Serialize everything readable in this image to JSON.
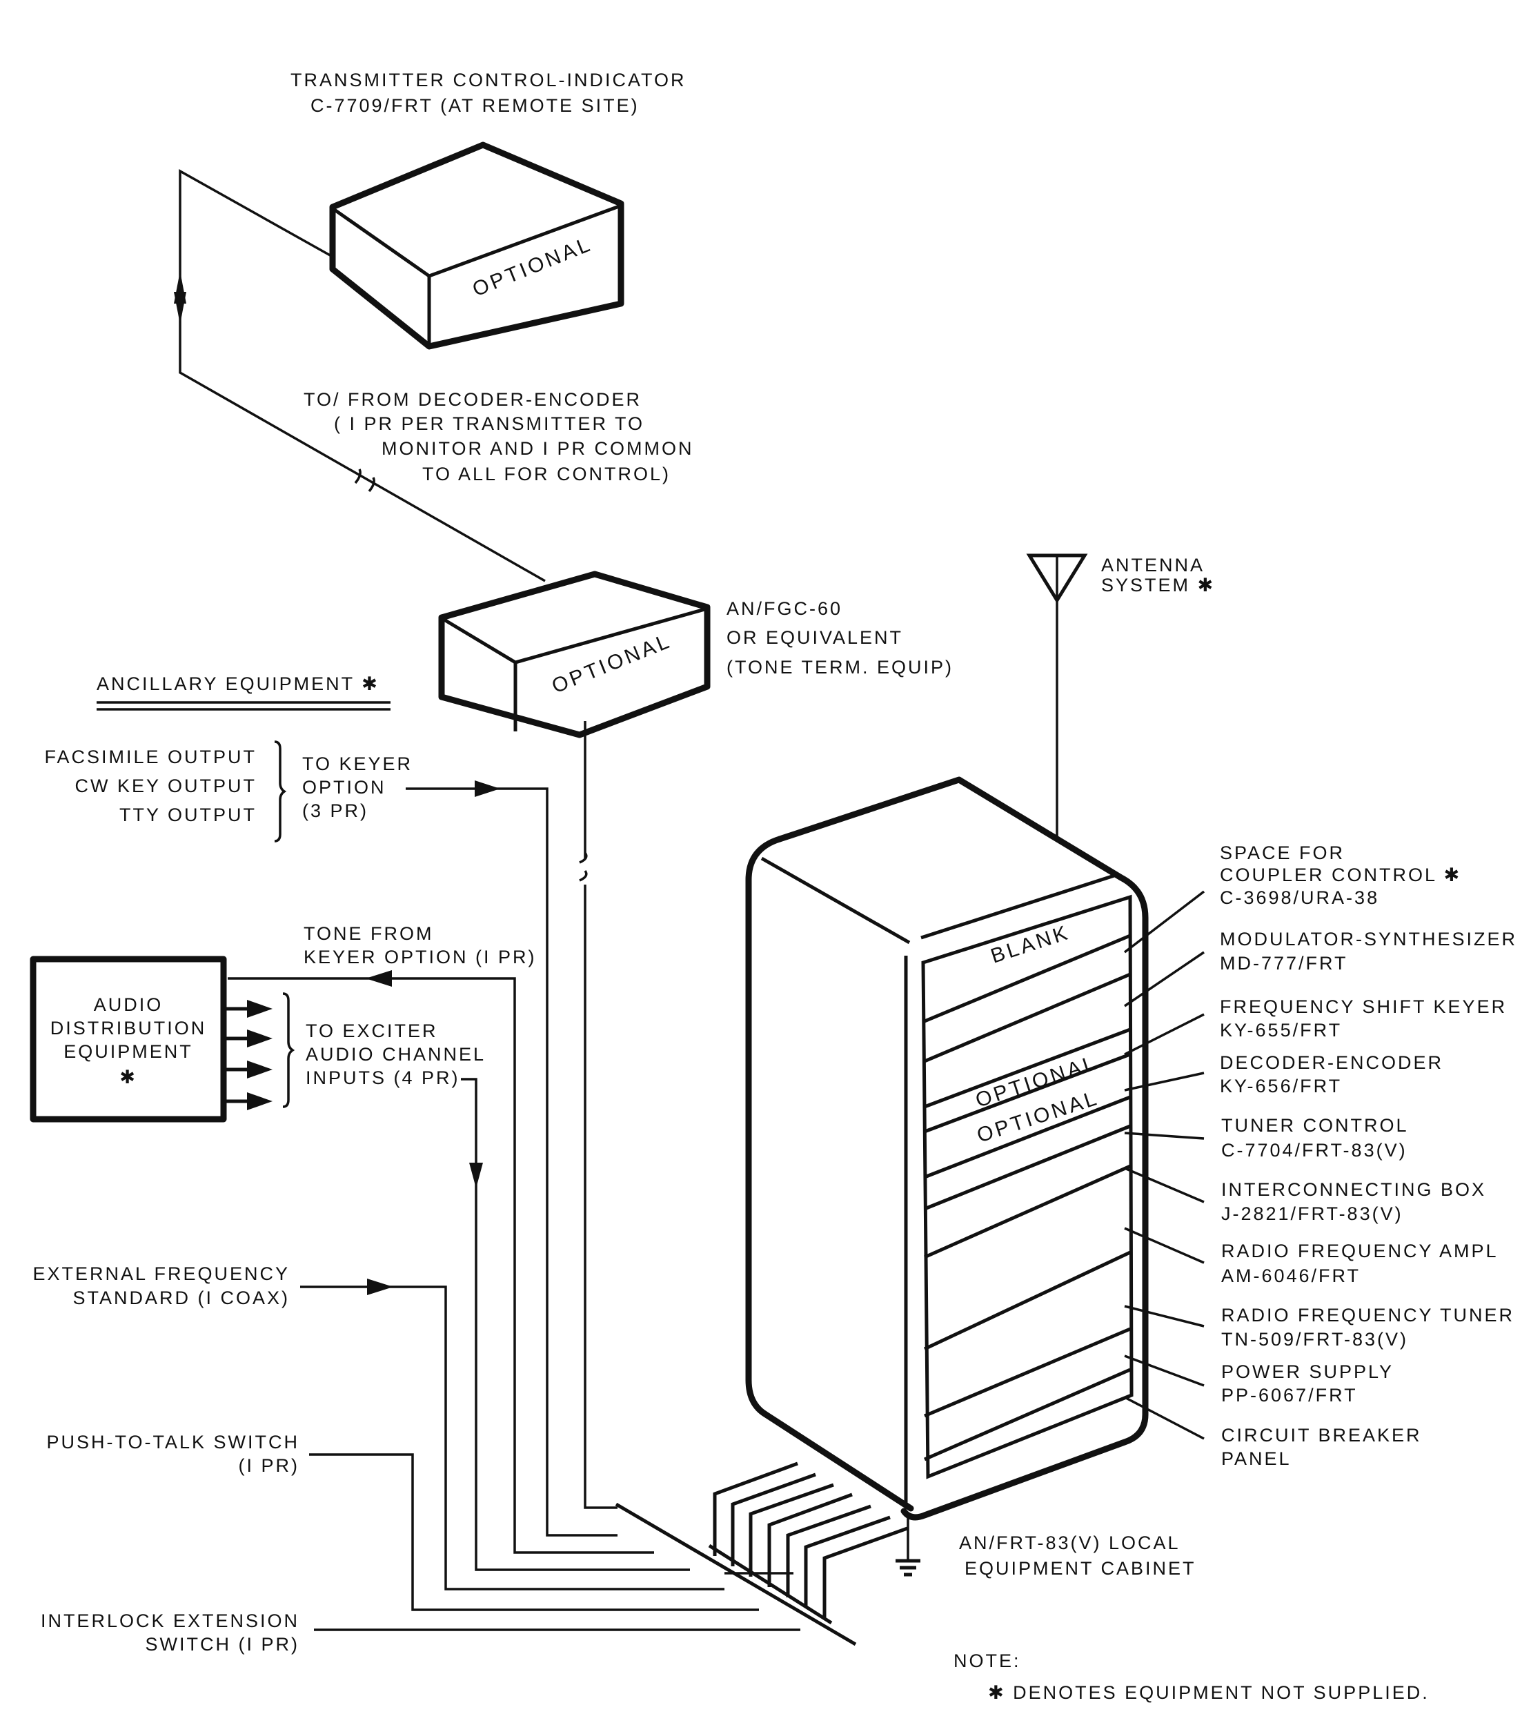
{
  "diagram": {
    "remote_unit": {
      "title_line1": "TRANSMITTER CONTROL-INDICATOR",
      "title_line2": "C-7709/FRT (AT REMOTE SITE)",
      "box_label": "OPTIONAL"
    },
    "remote_link": {
      "line1": "TO/ FROM DECODER-ENCODER",
      "line2": "( I PR PER TRANSMITTER TO",
      "line3": "MONITOR AND I PR COMMON",
      "line4": "TO ALL FOR CONTROL)"
    },
    "tone_terminal": {
      "line1": "AN/FGC-60",
      "line2": "OR EQUIVALENT",
      "line3": "(TONE TERM. EQUIP)",
      "box_label": "OPTIONAL"
    },
    "antenna": {
      "line1": "ANTENNA",
      "line2": "SYSTEM ✱"
    },
    "ancillary": {
      "heading": "ANCILLARY EQUIPMENT ✱",
      "keyer_inputs": [
        "FACSIMILE OUTPUT",
        "CW KEY OUTPUT",
        "TTY OUTPUT"
      ],
      "keyer_dest": [
        "TO KEYER",
        "OPTION",
        "(3 PR)"
      ],
      "tone_from": [
        "TONE FROM",
        "KEYER OPTION (I PR)"
      ],
      "audio_box": [
        "AUDIO",
        "DISTRIBUTION",
        "EQUIPMENT",
        "✱"
      ],
      "exciter_dest": [
        "TO EXCITER",
        "AUDIO CHANNEL",
        "INPUTS (4 PR)"
      ],
      "ext_freq": [
        "EXTERNAL FREQUENCY",
        "STANDARD (I COAX)"
      ],
      "ptt": [
        "PUSH-TO-TALK SWITCH",
        "(I PR)"
      ],
      "interlock": [
        "INTERLOCK EXTENSION",
        "SWITCH (I PR)"
      ]
    },
    "cabinet": {
      "title_line1": "AN/FRT-83(V) LOCAL",
      "title_line2": "EQUIPMENT CABINET",
      "panel_labels": [
        "BLANK",
        "OPTIONAL",
        "OPTIONAL"
      ],
      "callouts": [
        {
          "line1": "SPACE FOR",
          "line2": "COUPLER CONTROL ✱",
          "line3": "C-3698/URA-38"
        },
        {
          "line1": "MODULATOR-SYNTHESIZER",
          "line2": "MD-777/FRT"
        },
        {
          "line1": "FREQUENCY SHIFT KEYER",
          "line2": "KY-655/FRT"
        },
        {
          "line1": "DECODER-ENCODER",
          "line2": "KY-656/FRT"
        },
        {
          "line1": "TUNER CONTROL",
          "line2": "C-7704/FRT-83(V)"
        },
        {
          "line1": "INTERCONNECTING BOX",
          "line2": "J-2821/FRT-83(V)"
        },
        {
          "line1": "RADIO FREQUENCY AMPL",
          "line2": "AM-6046/FRT"
        },
        {
          "line1": "RADIO FREQUENCY TUNER",
          "line2": "TN-509/FRT-83(V)"
        },
        {
          "line1": "POWER SUPPLY",
          "line2": "PP-6067/FRT"
        },
        {
          "line1": "CIRCUIT BREAKER",
          "line2": "PANEL"
        }
      ]
    },
    "note": {
      "heading": "NOTE:",
      "text": "✱ DENOTES EQUIPMENT NOT SUPPLIED."
    }
  }
}
